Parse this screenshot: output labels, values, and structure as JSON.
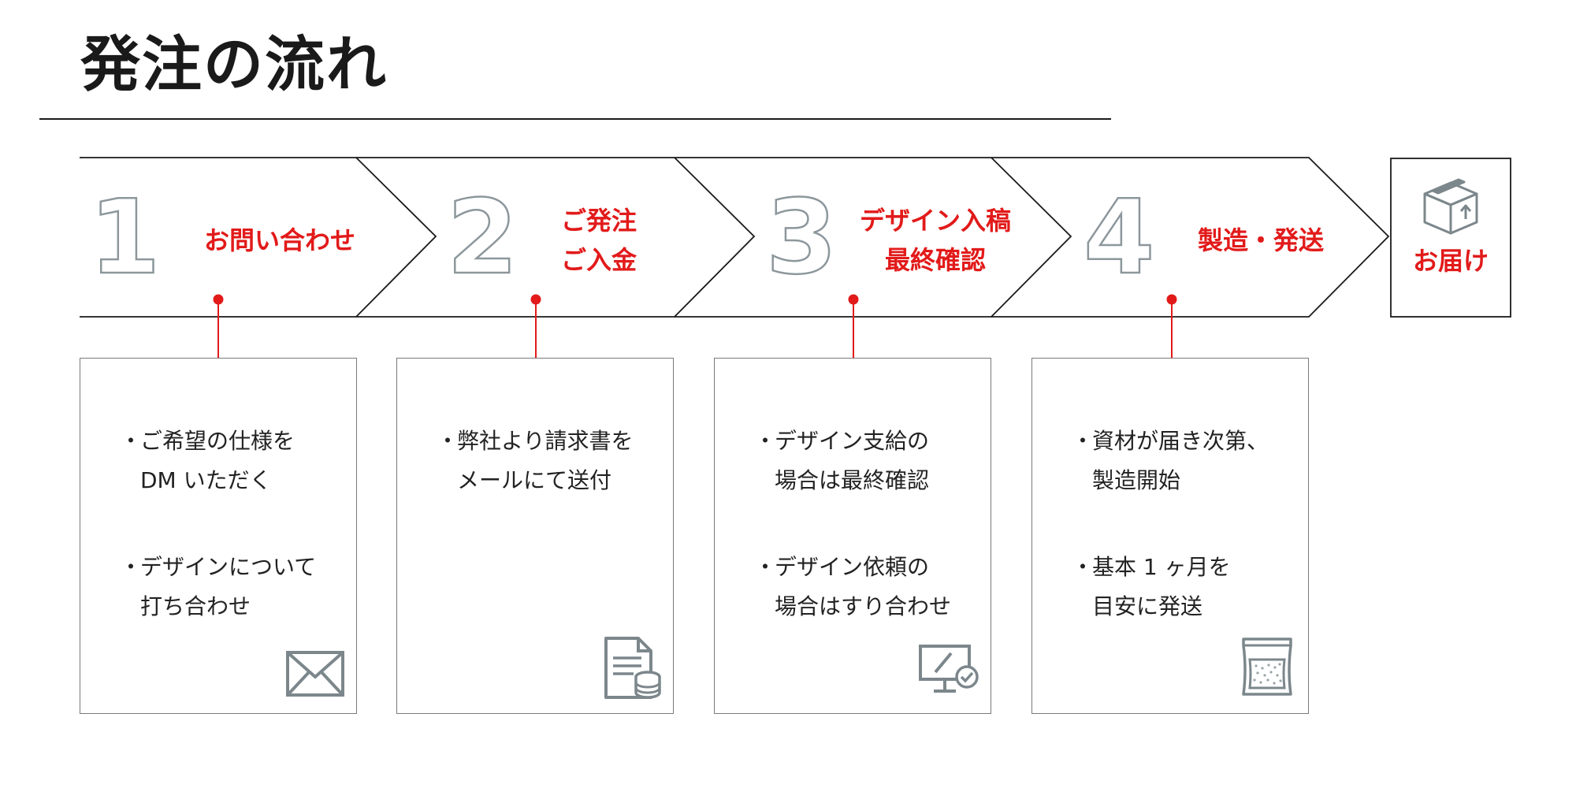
{
  "title": "発注の流れ",
  "colors": {
    "accent": "#e21a1a",
    "line": "#1a1a1a",
    "icon": "#7c878c"
  },
  "steps": [
    {
      "number": "1",
      "label": "お問い合わせ",
      "icon": "envelope-icon",
      "bullets": [
        "ご希望の仕様を\nDM いただく",
        "デザインについて\n打ち合わせ"
      ]
    },
    {
      "number": "2",
      "label": "ご発注\nご入金",
      "icon": "invoice-coins-icon",
      "bullets": [
        "弊社より請求書を\nメールにて送付"
      ]
    },
    {
      "number": "3",
      "label": "デザイン入稿\n最終確認",
      "icon": "monitor-design-icon",
      "bullets": [
        "デザイン支給の\n場合は最終確認",
        "デザイン依頼の\n場合はすり合わせ"
      ]
    },
    {
      "number": "4",
      "label": "製造・発送",
      "icon": "pouch-icon",
      "bullets": [
        "資材が届き次第、\n製造開始",
        "基本 1 ヶ月を\n目安に発送"
      ]
    }
  ],
  "end": {
    "label": "お届け",
    "icon": "package-icon"
  },
  "bullet_mark": "・"
}
